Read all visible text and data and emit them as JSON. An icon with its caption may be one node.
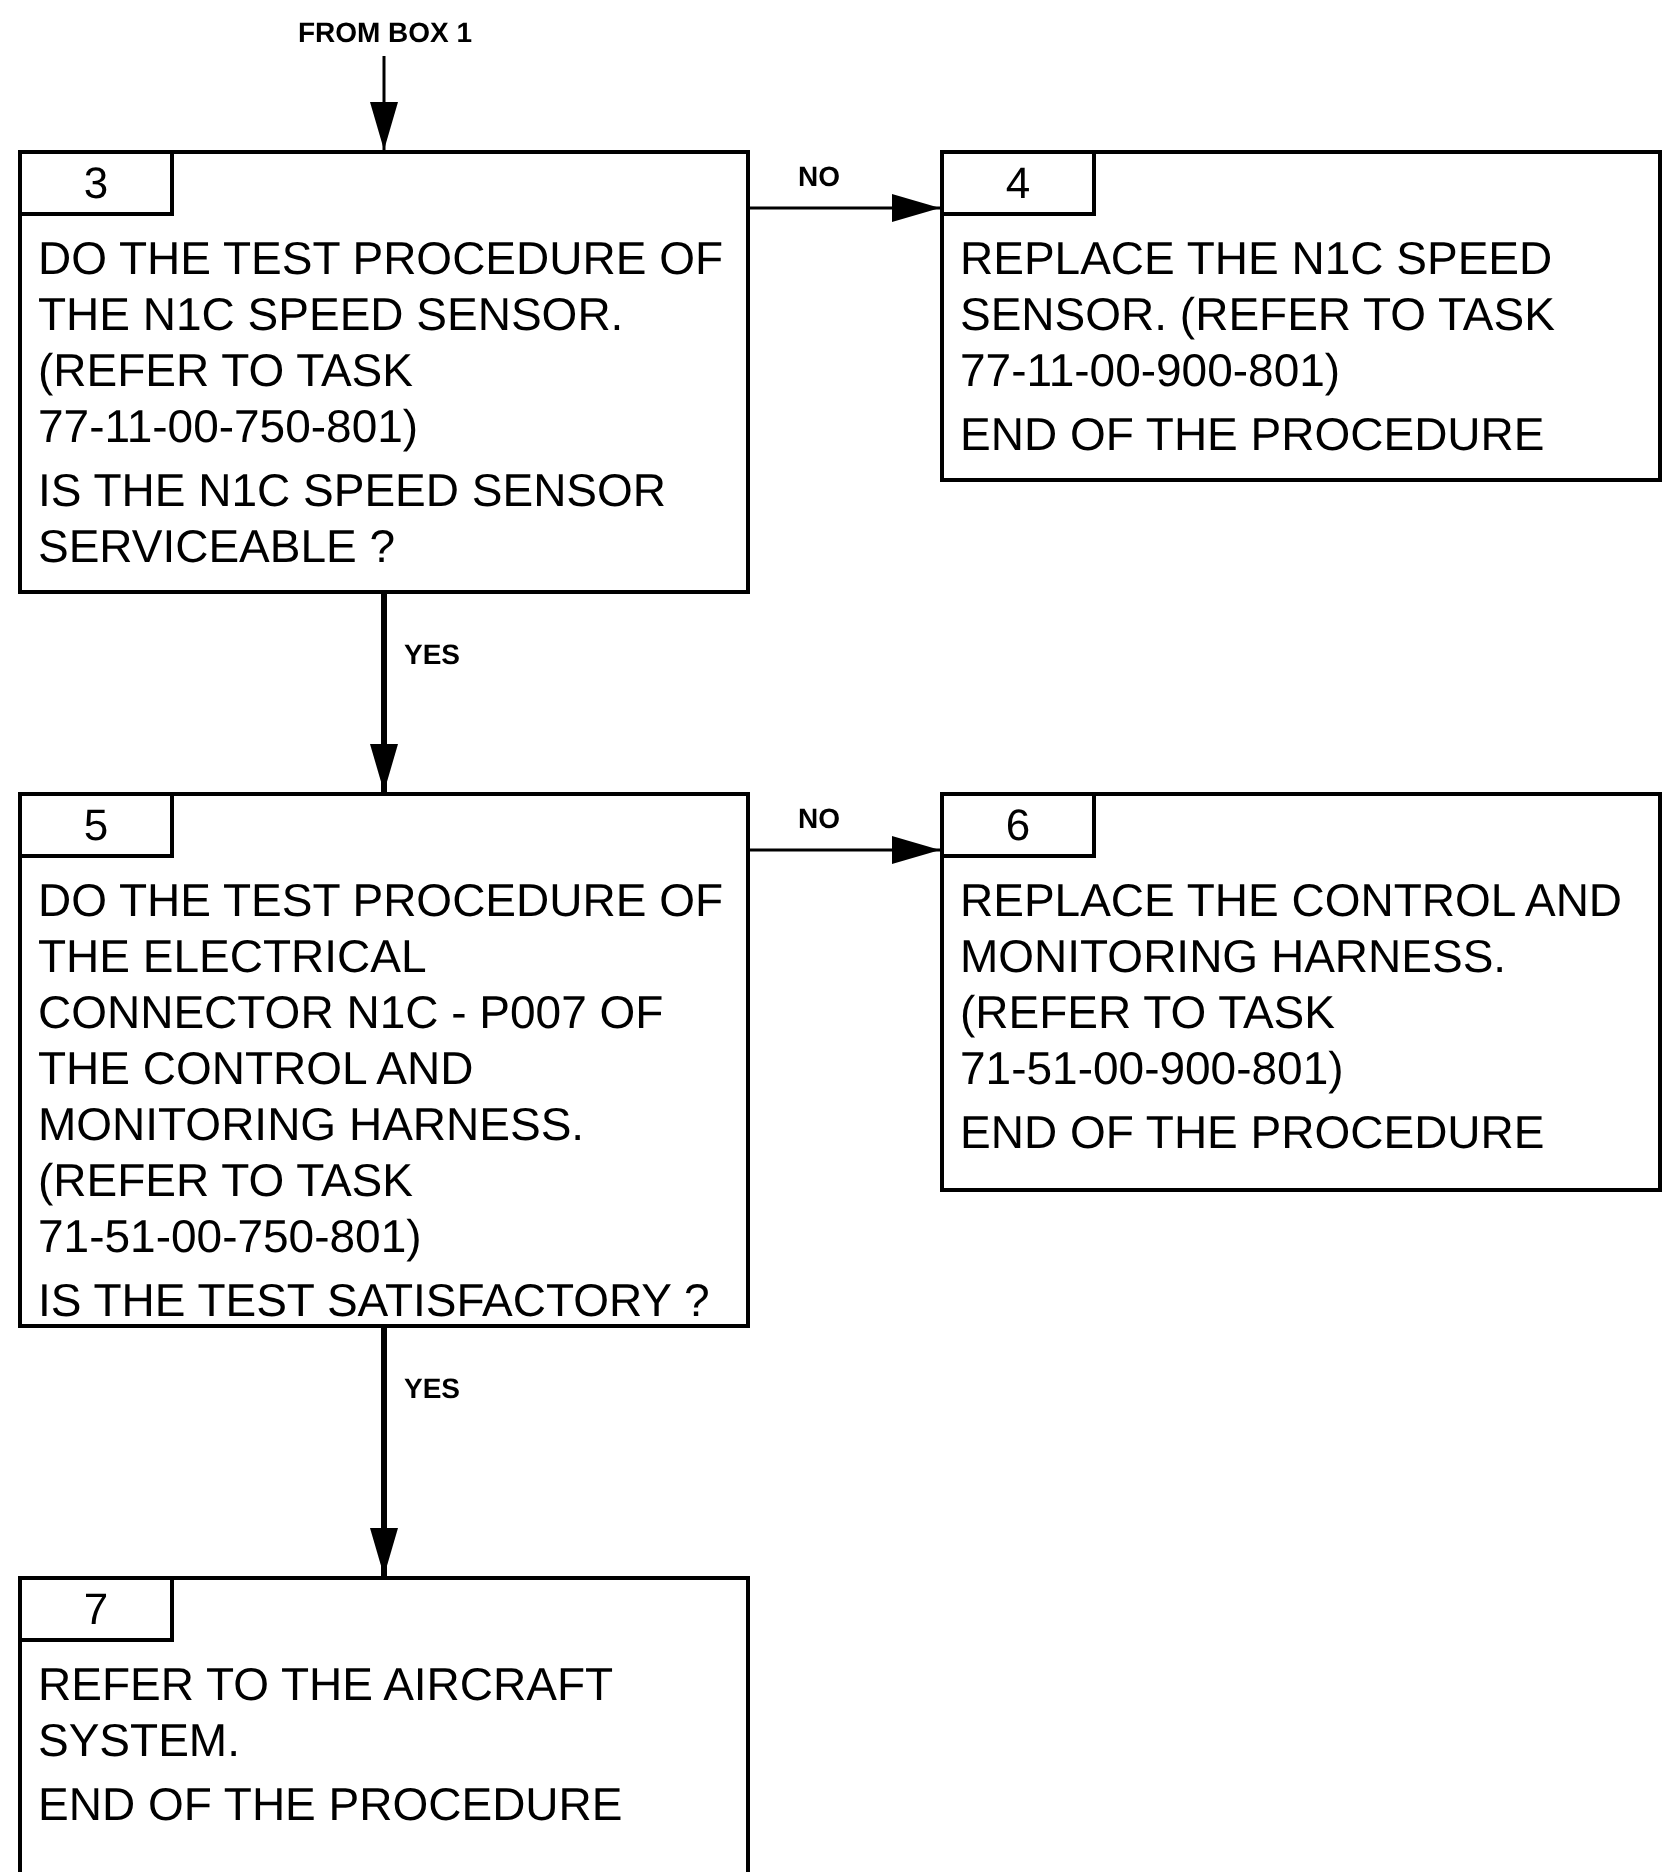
{
  "diagram": {
    "nodes": [
      {
        "text": [
          "FROM BOX 1"
        ]
      },
      {
        "text": [
          "3",
          "DO THE TEST PROCEDURE OF THE N1C SPEED SENSOR. (REFER TO TASK 77-11-00-750-801)",
          "IS THE N1C SPEED SENSOR SERVICEABLE ?"
        ]
      },
      {
        "text": [
          "4",
          "REPLACE THE N1C SPEED SENSOR. (REFER TO TASK 77-11-00-900-801)",
          "END OF THE PROCEDURE"
        ]
      },
      {
        "text": [
          "5",
          "DO THE TEST PROCEDURE OF THE ELECTRICAL CONNECTOR N1C - P007 OF THE CONTROL AND MONITORING HARNESS. (REFER TO TASK 71-51-00-750-801)",
          "IS THE TEST SATISFACTORY ?"
        ]
      },
      {
        "text": [
          "6",
          "REPLACE THE CONTROL AND MONITORING HARNESS. (REFER TO TASK 71-51-00-900-801)",
          "END OF THE PROCEDURE"
        ]
      },
      {
        "text": [
          "7",
          "REFER TO THE AIRCRAFT SYSTEM.",
          "END OF THE PROCEDURE"
        ]
      }
    ],
    "edges": [
      {
        "from": 0,
        "to": 1,
        "arrow": "to"
      },
      {
        "from": 1,
        "to": 2,
        "arrow": "to",
        "label": "NO"
      },
      {
        "from": 1,
        "to": 3,
        "arrow": "to",
        "label": "YES",
        "style": "thick"
      },
      {
        "from": 3,
        "to": 4,
        "arrow": "to",
        "label": "NO"
      },
      {
        "from": 3,
        "to": 5,
        "arrow": "to",
        "label": "YES",
        "style": "thick"
      }
    ]
  }
}
